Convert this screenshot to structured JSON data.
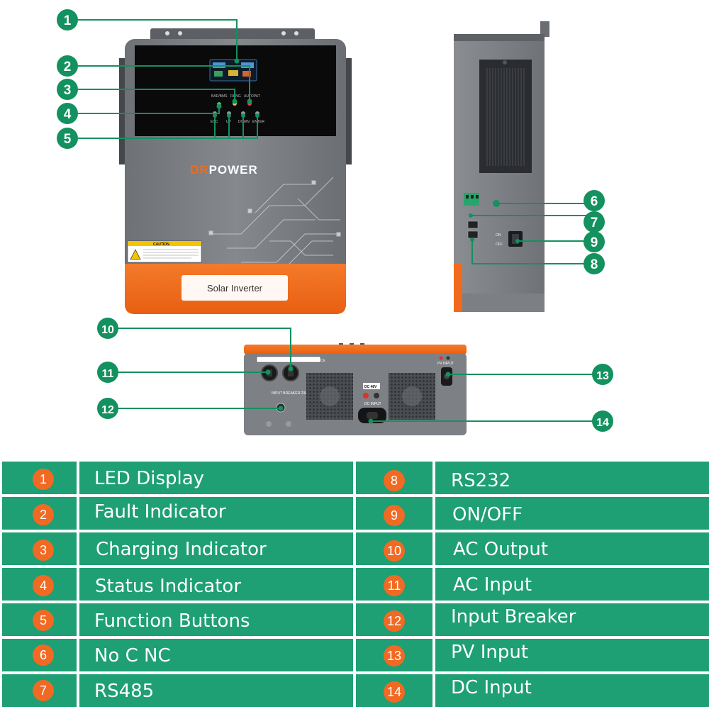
{
  "product": {
    "brand_prefix": "DR",
    "brand_suffix": "POWER",
    "model_label": "Solar Inverter",
    "caution_title": "CAUTION",
    "dc_badge": "DC 48V",
    "dc_input_label": "DC INPUT",
    "pv_input_label": "PV INPUT",
    "breaker_label": "INPUT BREAKER 230VAC",
    "switch_on": "ON",
    "switch_off": "OFF",
    "button_labels": [
      "ESC",
      "UP",
      "DOWN",
      "ENTER"
    ],
    "indicator_labels": [
      "BAD/BMS",
      "RUNG",
      "AUTOPAT"
    ]
  },
  "callouts": [
    "1",
    "2",
    "3",
    "4",
    "5",
    "6",
    "7",
    "8",
    "9",
    "10",
    "11",
    "12",
    "13",
    "14"
  ],
  "legend": {
    "left": [
      {
        "num": "1",
        "label": "LED Display"
      },
      {
        "num": "2",
        "label": "Fault Indicator"
      },
      {
        "num": "3",
        "label": "Charging Indicator"
      },
      {
        "num": "4",
        "label": "Status Indicator"
      },
      {
        "num": "5",
        "label": "Function Buttons"
      },
      {
        "num": "6",
        "label": "No C NC"
      },
      {
        "num": "7",
        "label": "RS485"
      }
    ],
    "right": [
      {
        "num": "8",
        "label": "RS232"
      },
      {
        "num": "9",
        "label": "ON/OFF"
      },
      {
        "num": "10",
        "label": "AC Output"
      },
      {
        "num": "11",
        "label": "AC Input"
      },
      {
        "num": "12",
        "label": "Input Breaker"
      },
      {
        "num": "13",
        "label": "PV Input"
      },
      {
        "num": "14",
        "label": "DC Input"
      }
    ]
  },
  "colors": {
    "callout_green": "#13915f",
    "table_green": "#1e9f74",
    "badge_orange": "#f06a24",
    "casing_grey": "#7a7d82",
    "accent_orange": "#f26a1b"
  }
}
